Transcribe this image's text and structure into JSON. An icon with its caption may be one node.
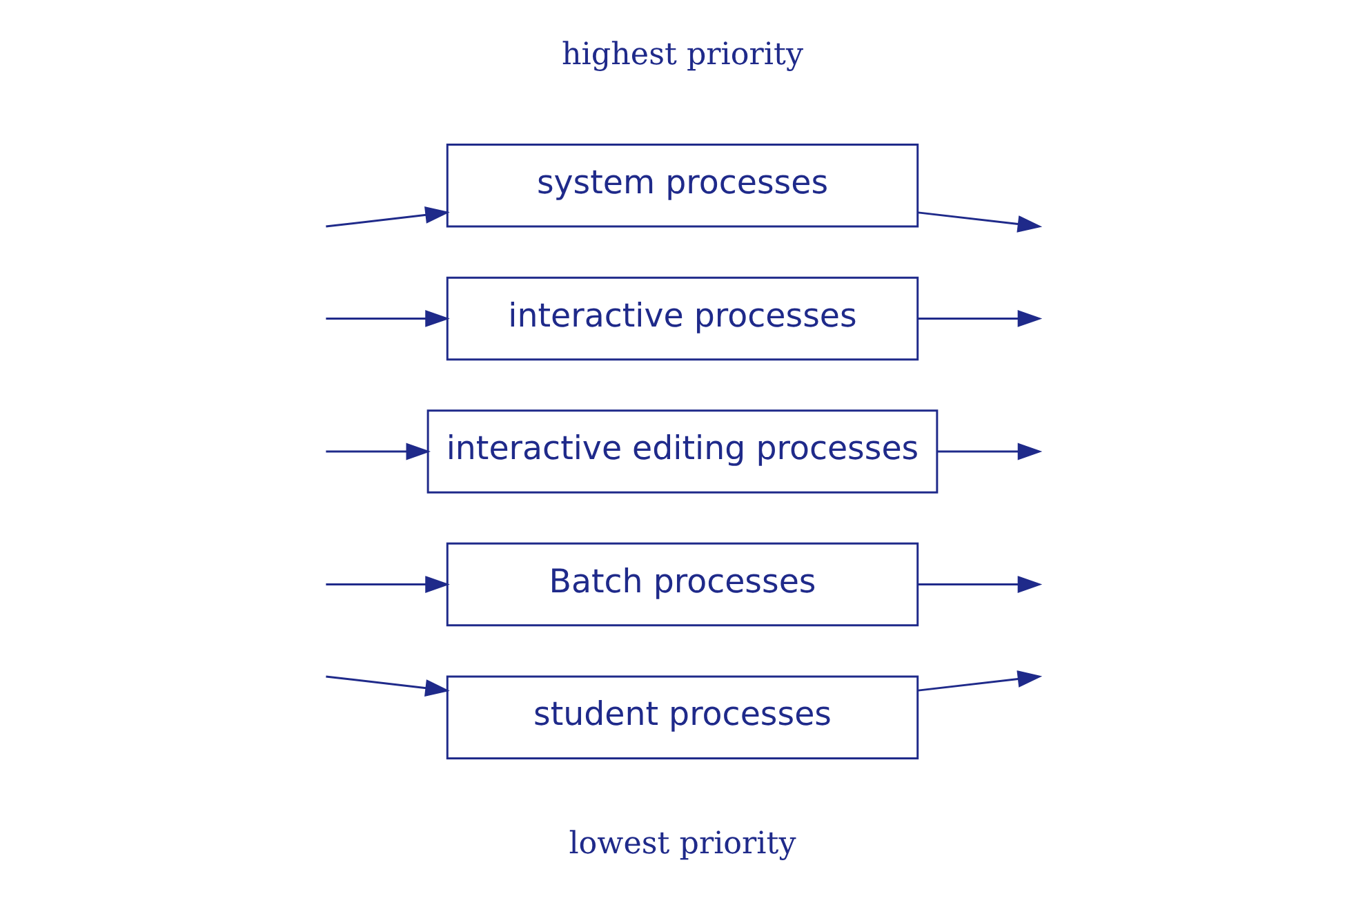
{
  "diagram": {
    "nodes": [
      {
        "text": [
          "system processes"
        ]
      },
      {
        "text": [
          "interactive processes"
        ]
      },
      {
        "text": [
          "interactive editing processes"
        ]
      },
      {
        "text": [
          "Batch processes"
        ]
      },
      {
        "text": [
          "student processes"
        ]
      }
    ],
    "edges": [
      {
        "from": null,
        "to": 0,
        "arrow": "to"
      },
      {
        "from": 0,
        "to": null,
        "arrow": "to"
      },
      {
        "from": null,
        "to": 1,
        "arrow": "to"
      },
      {
        "from": 1,
        "to": null,
        "arrow": "to"
      },
      {
        "from": null,
        "to": 2,
        "arrow": "to"
      },
      {
        "from": 2,
        "to": null,
        "arrow": "to"
      },
      {
        "from": null,
        "to": 3,
        "arrow": "to"
      },
      {
        "from": 3,
        "to": null,
        "arrow": "to"
      },
      {
        "from": null,
        "to": 4,
        "arrow": "to"
      },
      {
        "from": 4,
        "to": null,
        "arrow": "to"
      }
    ],
    "labels": [
      "highest priority",
      "lowest priority"
    ]
  }
}
